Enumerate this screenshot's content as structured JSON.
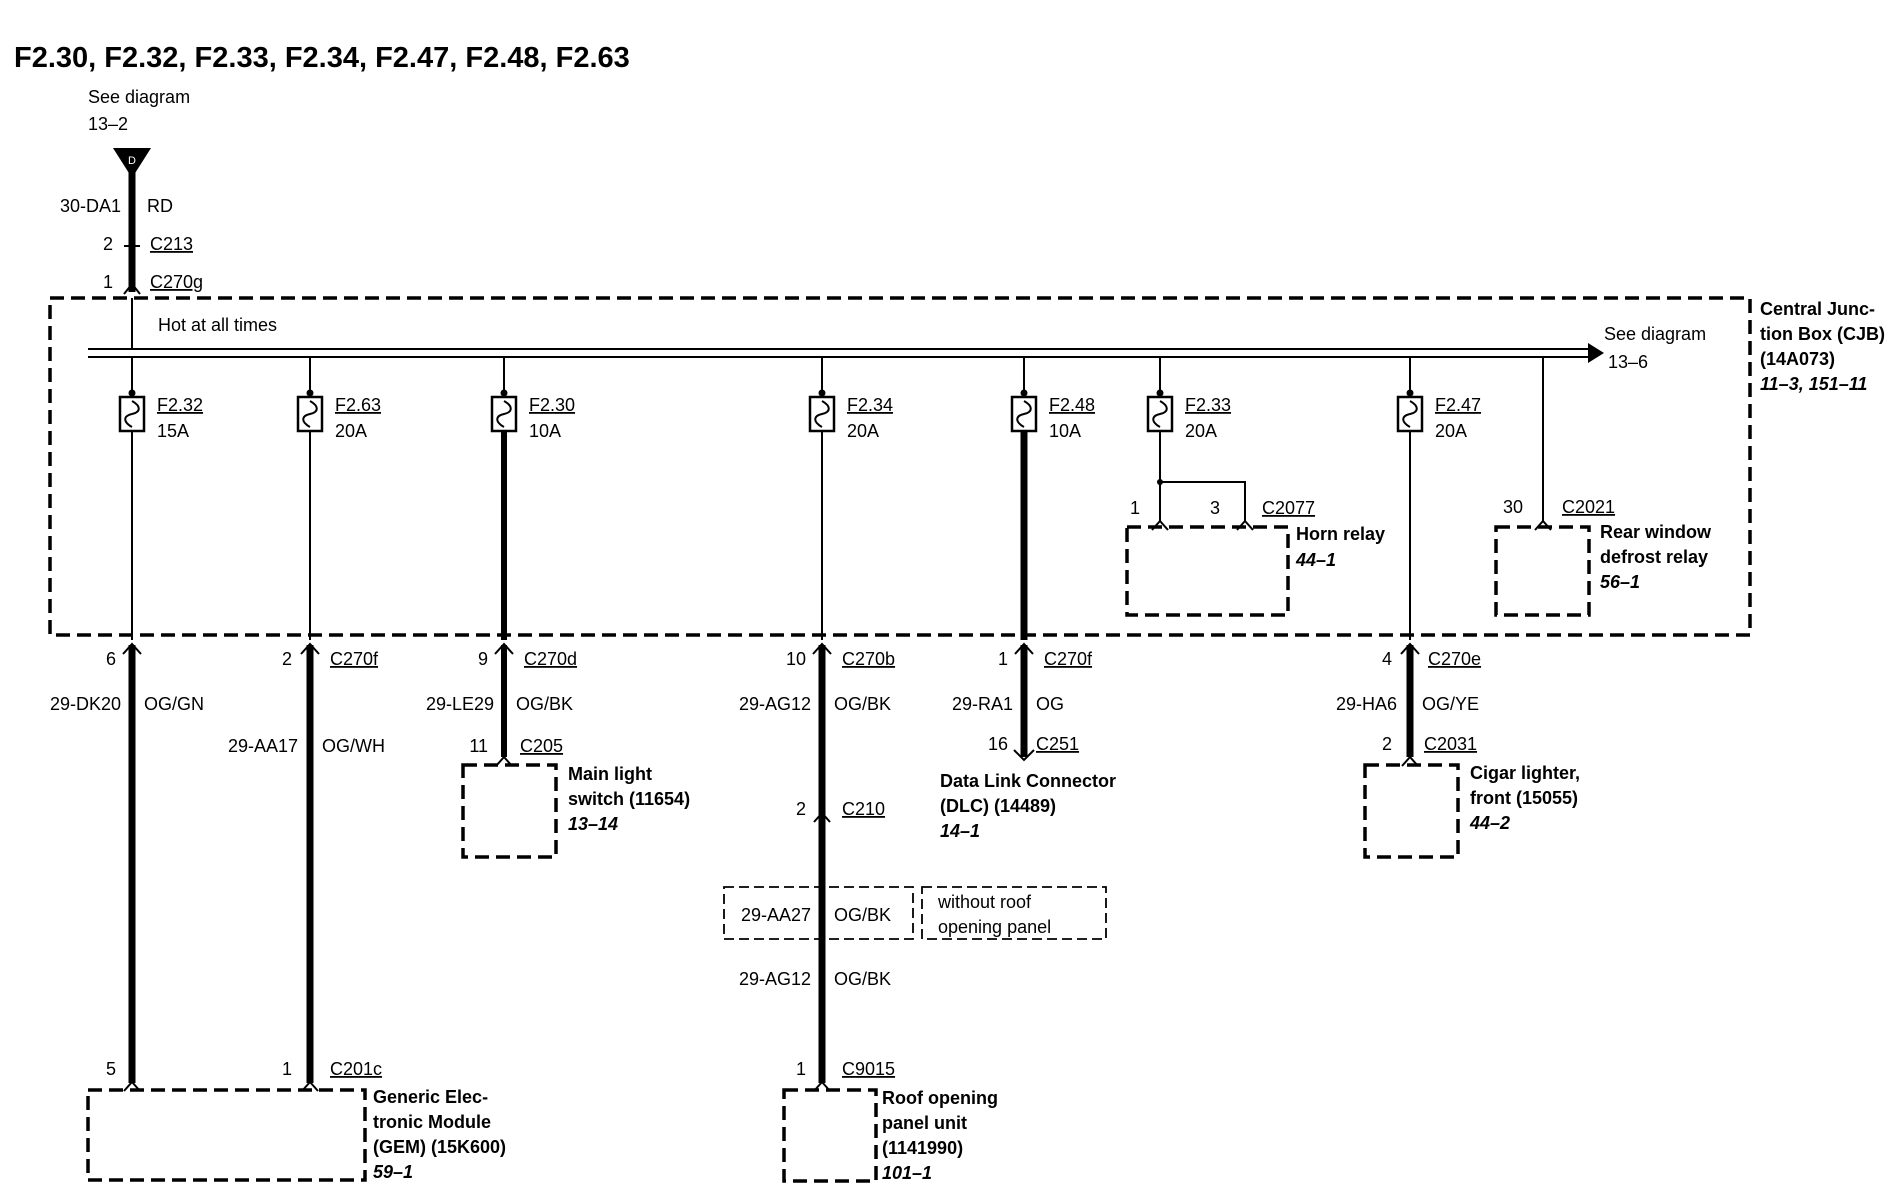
{
  "title": "F2.30, F2.32, F2.33, F2.34, F2.47, F2.48, F2.63",
  "source": {
    "see_label": "See diagram",
    "see_ref": "13–2",
    "symbol": "D",
    "wire_id": "30-DA1",
    "wire_color": "RD",
    "pin_c213": "2",
    "c213": "C213",
    "pin_c270g": "1",
    "c270g": "C270g"
  },
  "cjb": {
    "bus_label": "Hot at all times",
    "see_label": "See diagram",
    "see_ref": "13–6",
    "name_lines": [
      "Central Junc-",
      "tion Box (CJB)",
      "(14A073)"
    ],
    "ref": "11–3, 151–11"
  },
  "fuses": [
    {
      "name": "F2.32",
      "amps": "15A"
    },
    {
      "name": "F2.63",
      "amps": "20A"
    },
    {
      "name": "F2.30",
      "amps": "10A"
    },
    {
      "name": "F2.34",
      "amps": "20A"
    },
    {
      "name": "F2.48",
      "amps": "10A"
    },
    {
      "name": "F2.33",
      "amps": "20A"
    },
    {
      "name": "F2.47",
      "amps": "20A"
    }
  ],
  "horn_relay": {
    "pin_a": "1",
    "pin_b": "3",
    "connector": "C2077",
    "name": "Horn relay",
    "ref": "44–1"
  },
  "rear_defrost": {
    "pin": "30",
    "connector": "C2021",
    "name_lines": [
      "Rear window",
      "defrost relay"
    ],
    "ref": "56–1"
  },
  "circuits": [
    {
      "pin_top": "6",
      "wire_id": "29-DK20",
      "wire_color": "OG/GN"
    },
    {
      "pin_top": "2",
      "conn_top": "C270f",
      "wire_id": "29-AA17",
      "wire_color": "OG/WH"
    },
    {
      "pin_top": "9",
      "conn_top": "C270d",
      "wire_id": "29-LE29",
      "wire_color": "OG/BK",
      "pin_bot": "11",
      "conn_bot": "C205"
    },
    {
      "pin_top": "10",
      "conn_top": "C270b",
      "wire_id": "29-AG12",
      "wire_color": "OG/BK",
      "pin_mid": "2",
      "conn_mid": "C210"
    },
    {
      "pin_top": "1",
      "conn_top": "C270f",
      "wire_id": "29-RA1",
      "wire_color": "OG",
      "pin_bot": "16",
      "conn_bot": "C251"
    },
    {
      "pin_top": "4",
      "conn_top": "C270e",
      "wire_id": "29-HA6",
      "wire_color": "OG/YE",
      "pin_bot": "2",
      "conn_bot": "C2031"
    }
  ],
  "roof_variant": {
    "wire_id": "29-AA27",
    "wire_color": "OG/BK",
    "note_lines": [
      "without roof",
      "opening panel"
    ],
    "wire_id2": "29-AG12",
    "wire_color2": "OG/BK"
  },
  "gem": {
    "pin_a": "5",
    "pin_b": "1",
    "connector": "C201c",
    "name_lines": [
      "Generic Elec-",
      "tronic Module",
      "(GEM) (15K600)"
    ],
    "ref": "59–1"
  },
  "main_light": {
    "name_lines": [
      "Main light",
      "switch (11654)"
    ],
    "ref": "13–14"
  },
  "dlc": {
    "name_lines": [
      "Data Link Connector",
      "(DLC) (14489)"
    ],
    "ref": "14–1"
  },
  "cigar": {
    "name_lines": [
      "Cigar lighter,",
      "front (15055)"
    ],
    "ref": "44–2"
  },
  "roof_unit": {
    "pin": "1",
    "connector": "C9015",
    "name_lines": [
      "Roof opening",
      "panel unit",
      "(1141990)"
    ],
    "ref": "101–1"
  }
}
